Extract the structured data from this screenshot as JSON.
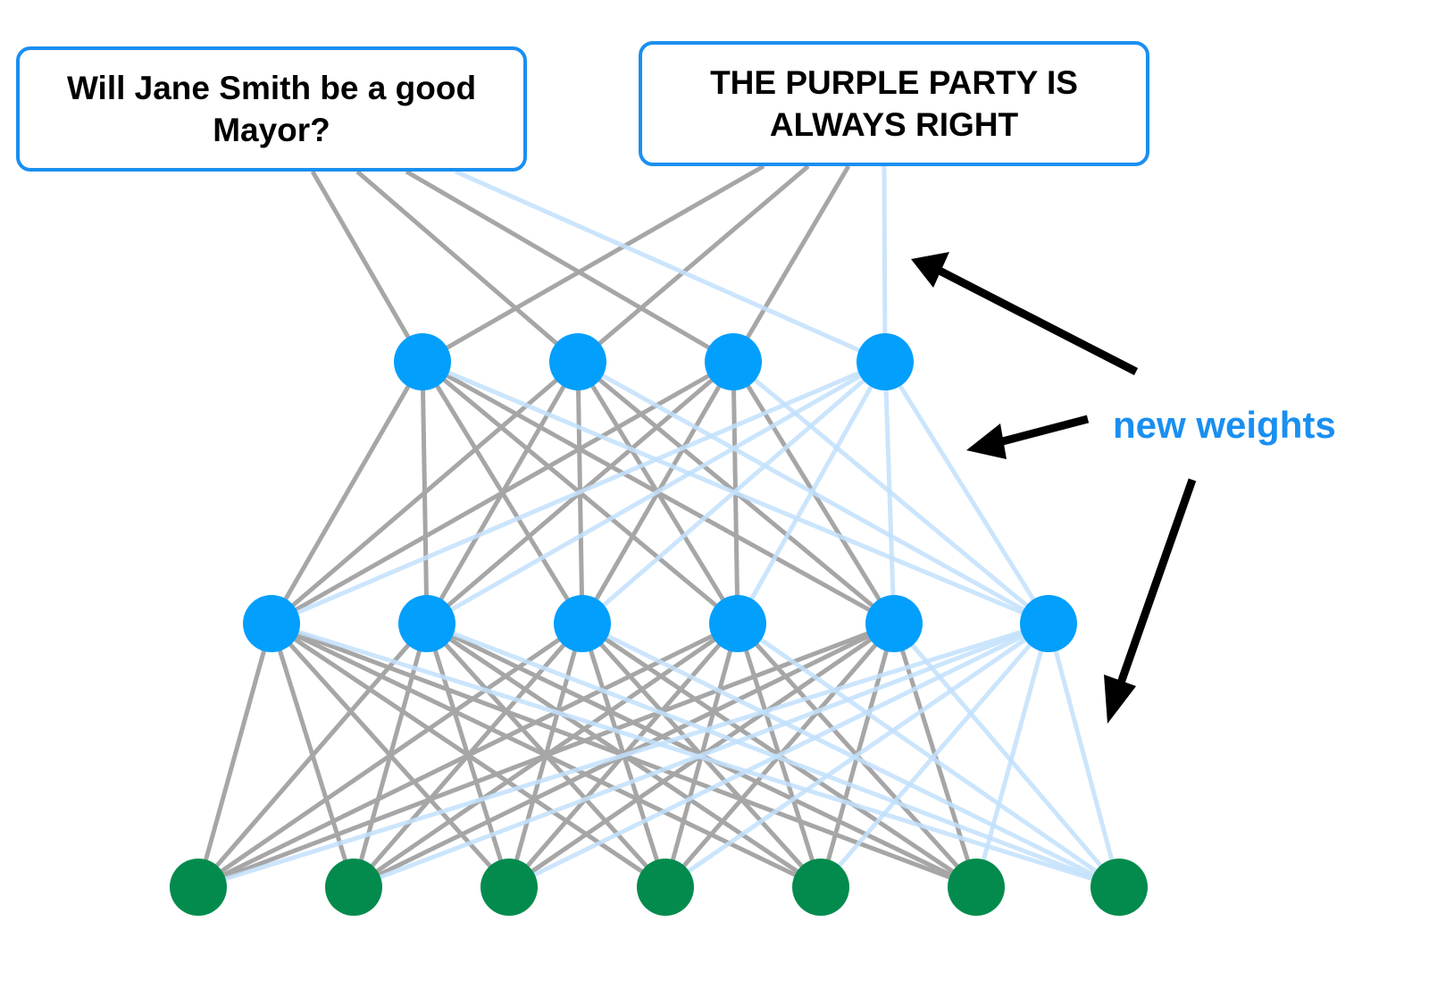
{
  "title": "Neural network with new weights added",
  "colors": {
    "box_border": "#1a8ff0",
    "hidden_node": "#039ffc",
    "output_node": "#028b4d",
    "old_edge": "#a6a6a6",
    "new_edge": "#c2e0fc",
    "label": "#1a8ff0",
    "arrow": "#000000"
  },
  "inputs": [
    {
      "id": "box-1",
      "text": "Will Jane Smith be a good Mayor?"
    },
    {
      "id": "box-2",
      "text": "THE PURPLE PARTY IS ALWAYS RIGHT"
    }
  ],
  "layers": [
    {
      "name": "hidden-1",
      "count": 4,
      "new_indices": [
        3
      ],
      "type": "hidden"
    },
    {
      "name": "hidden-2",
      "count": 6,
      "new_indices": [
        5
      ],
      "type": "hidden"
    },
    {
      "name": "output",
      "count": 7,
      "new_indices": [
        6
      ],
      "type": "output"
    }
  ],
  "annotation": {
    "label": "new weights",
    "arrow_count": 3
  }
}
